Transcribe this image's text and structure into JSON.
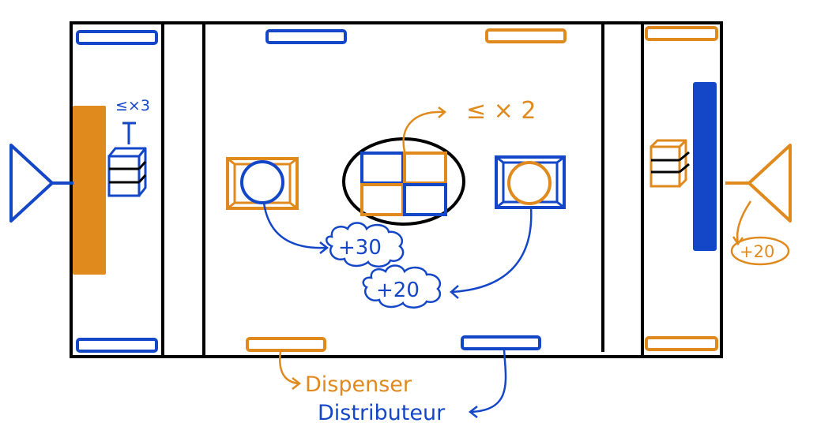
{
  "colors": {
    "blue": "#1446c8",
    "orange": "#e08a1e",
    "black": "#000000"
  },
  "annotations": {
    "left_stack_limit": "≤×3",
    "center_stack_limit": "≤ × 2",
    "score_left_square": "+30",
    "score_right_square": "+20",
    "score_right_zone": "+20",
    "dispenser_label": "Dispenser",
    "distributeur_label": "Distributeur"
  },
  "icons": [
    "left-blue-triangle-icon",
    "right-orange-triangle-icon",
    "left-cube-stack-icon",
    "right-cube-stack-icon"
  ]
}
